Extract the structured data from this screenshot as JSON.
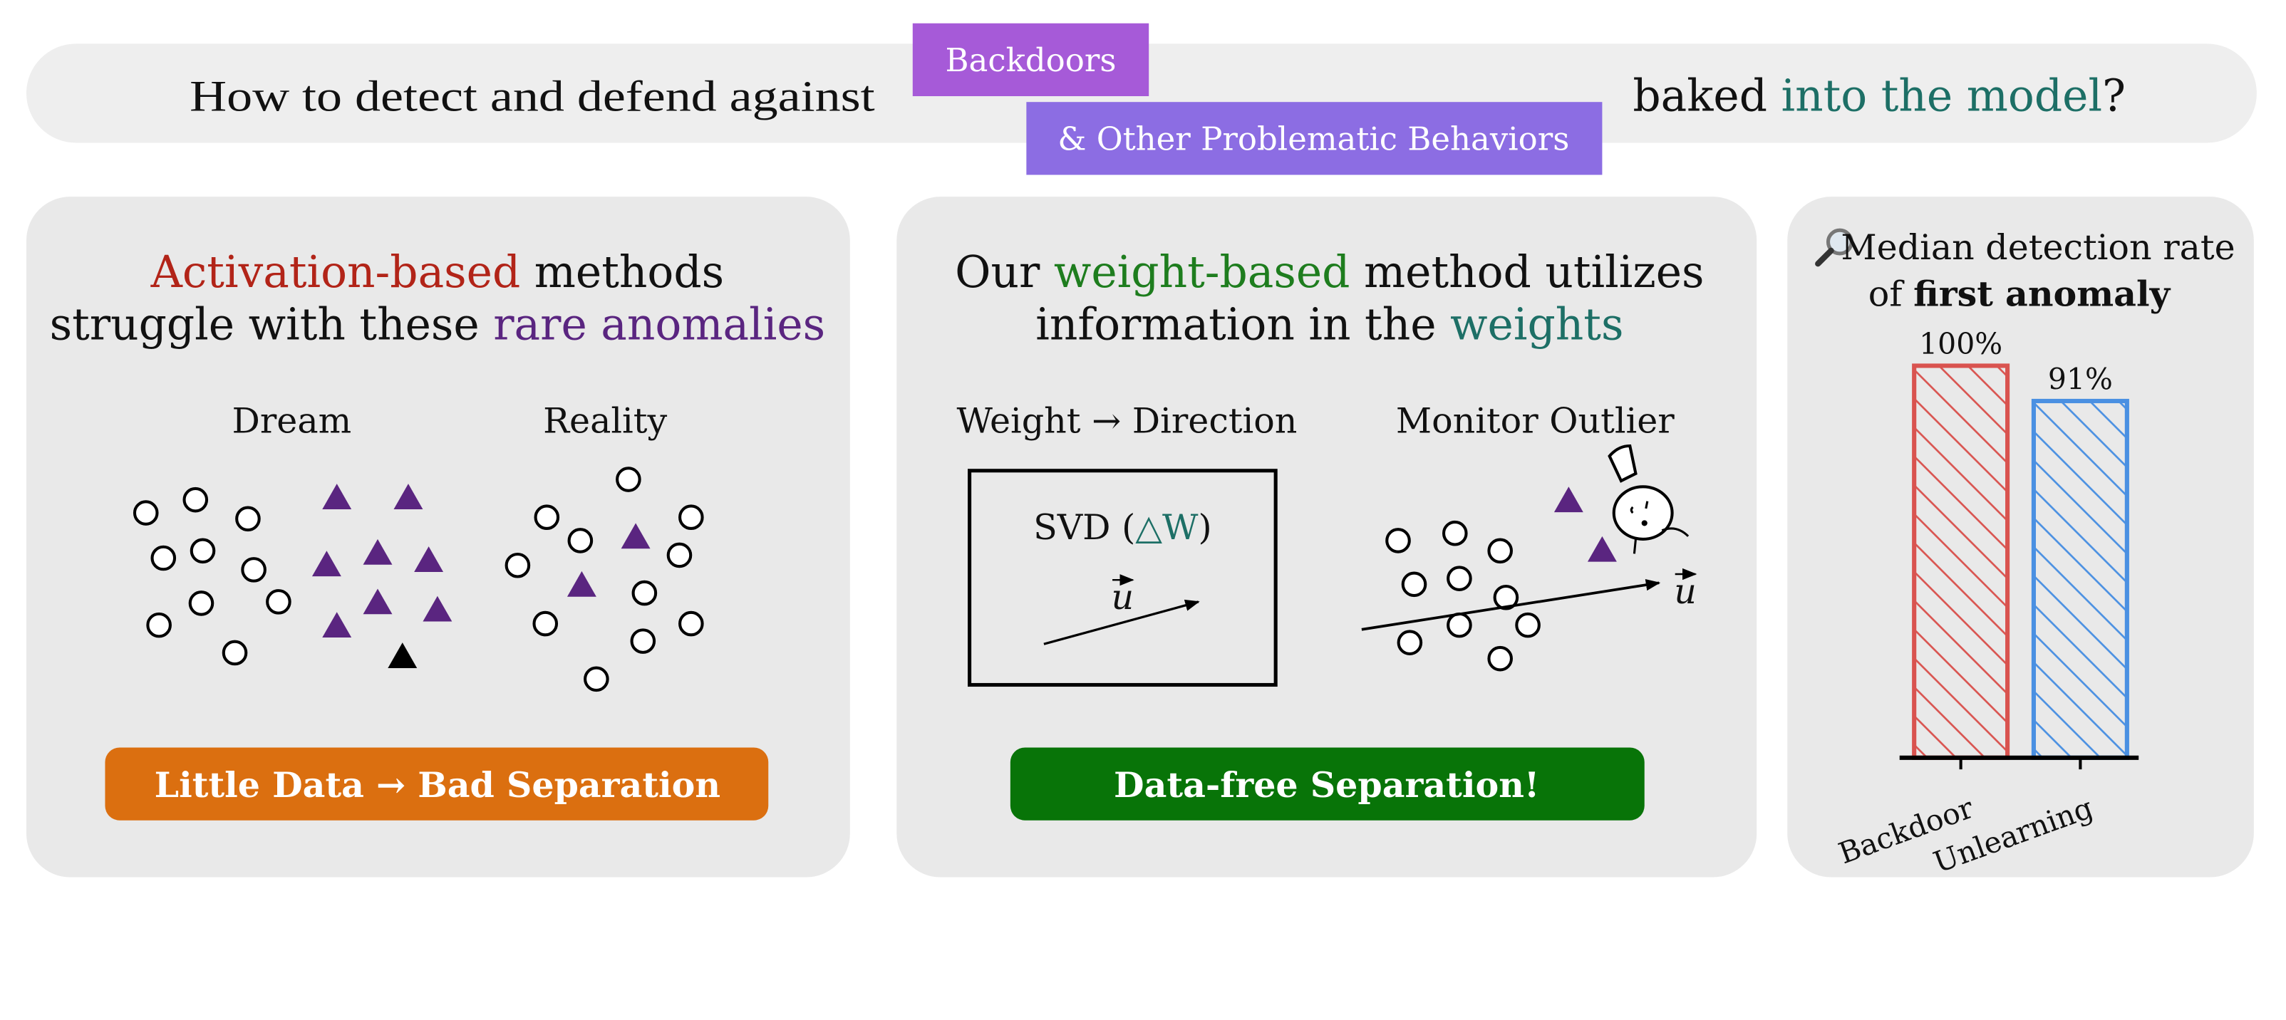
{
  "header": {
    "prefix": "How to detect and defend against",
    "tag_backdoors": "Backdoors",
    "tag_other": "& Other Problematic Behaviors",
    "suffix_plain": "baked ",
    "suffix_colored": "into the model",
    "suffix_end": "?"
  },
  "panel_activation": {
    "title_line1_colored": "Activation-based",
    "title_line1_rest": " methods",
    "title_line2_plain": "struggle with these ",
    "title_line2_colored": "rare anomalies",
    "label_dream": "Dream",
    "label_reality": "Reality",
    "button": "Little Data → Bad Separation"
  },
  "panel_weight": {
    "title_line1_plain": "Our ",
    "title_line1_colored": "weight-based",
    "title_line1_rest": " method utilizes",
    "title_line2_plain": "information in the ",
    "title_line2_colored": "weights",
    "label_direction": "Weight → Direction",
    "label_monitor": "Monitor Outlier",
    "svd_plain": "SVD (",
    "svd_colored": "△W",
    "svd_close": ")",
    "vector_label": "u",
    "button": "Data-free Separation!"
  },
  "panel_chart": {
    "icon": "magnifier-icon",
    "title_line1": "Median detection rate",
    "title_line2_plain": "of ",
    "title_line2_bold": "first anomaly"
  },
  "chart_data": {
    "type": "bar",
    "title": "Median detection rate of first anomaly",
    "categories": [
      "Backdoor",
      "Unlearning"
    ],
    "values": [
      100,
      91
    ],
    "value_labels": [
      "100%",
      "91%"
    ],
    "colors": [
      "#d9534f",
      "#4a90e2"
    ],
    "ylim": [
      0,
      100
    ],
    "xlabel": "",
    "ylabel": "",
    "grid": false
  },
  "colors": {
    "panel_bg": "#e9e9e9",
    "red_text": "#b22418",
    "purple_text": "#5a2580",
    "green_text": "#1e7d1e",
    "teal_text": "#1d6f66",
    "tag_backdoors": "#a65ad8",
    "tag_other": "#8c6de3",
    "button_orange": "#db6f10",
    "button_green": "#087408"
  }
}
